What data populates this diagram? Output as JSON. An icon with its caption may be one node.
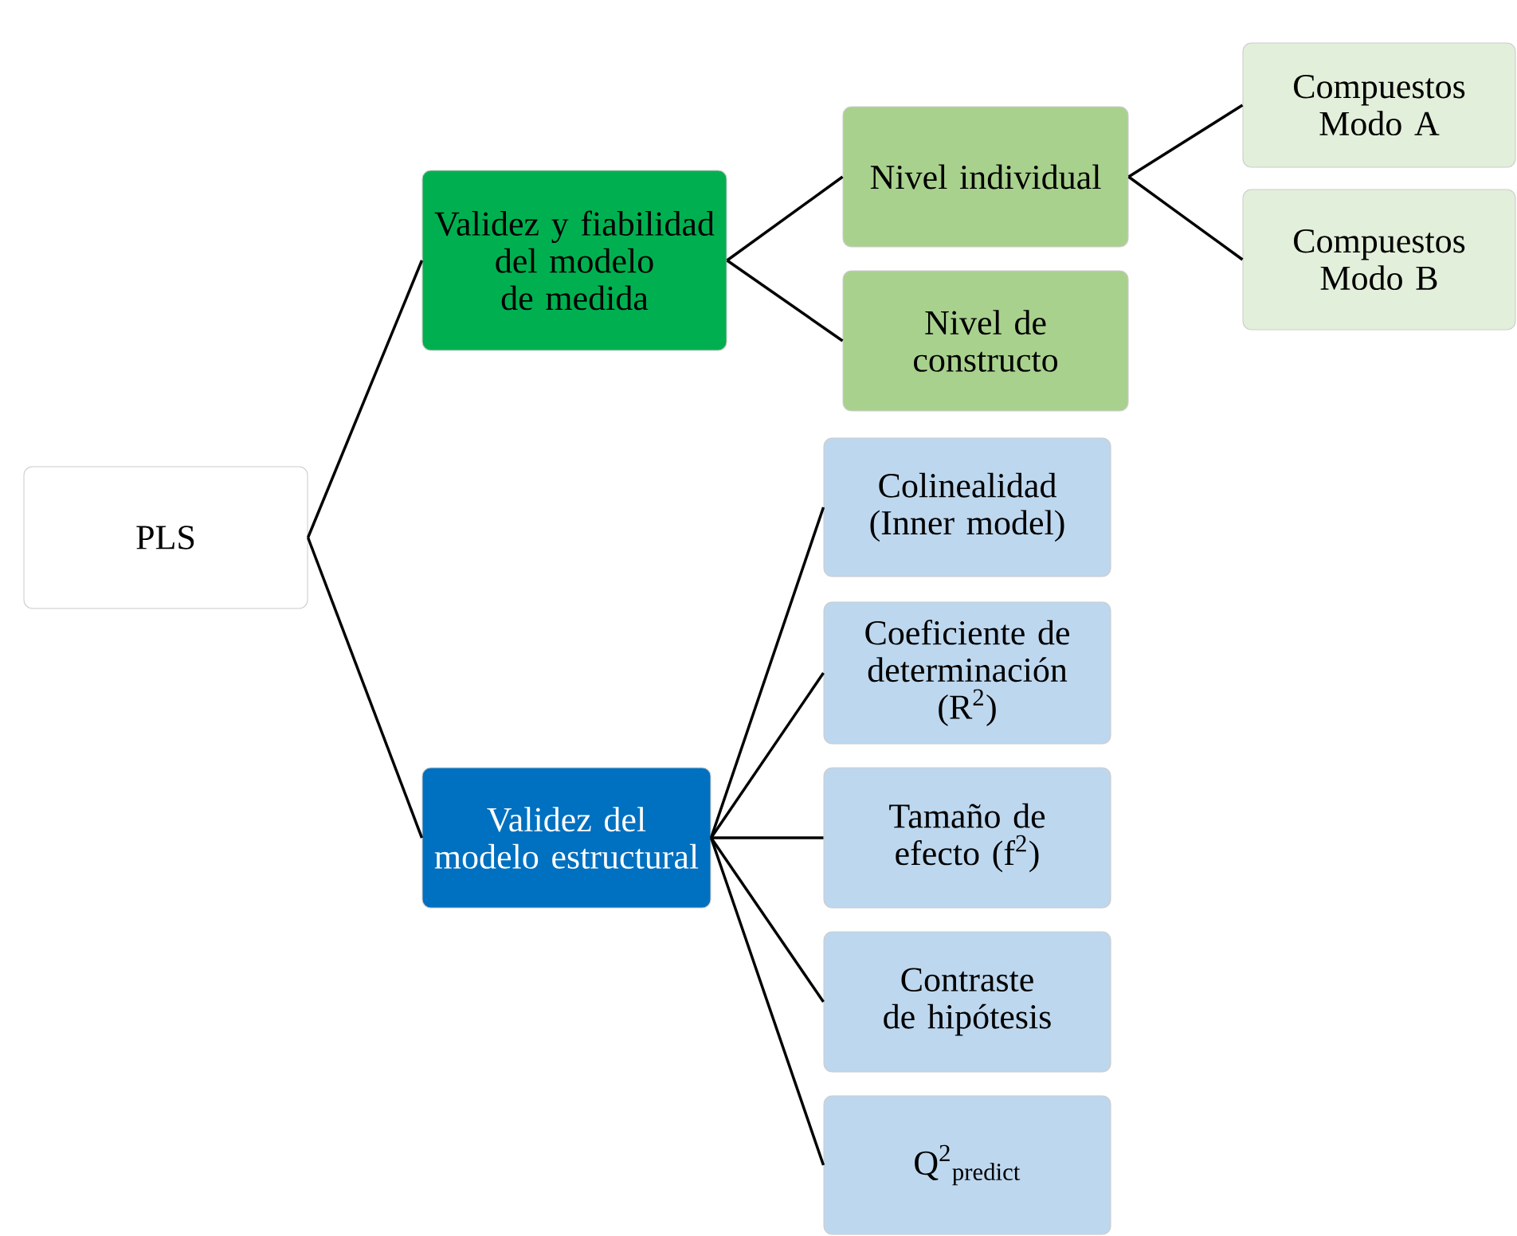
{
  "diagram": {
    "nodes": [
      {
        "text": [
          "PLS"
        ]
      },
      {
        "text": [
          "Validez y fiabilidad del modelo de medida"
        ]
      },
      {
        "text": [
          "Validez del modelo estructural"
        ]
      },
      {
        "text": [
          "Nivel individual"
        ]
      },
      {
        "text": [
          "Nivel de constructo"
        ]
      },
      {
        "text": [
          "Compuestos Modo A"
        ]
      },
      {
        "text": [
          "Compuestos Modo B"
        ]
      },
      {
        "text": [
          "Colinealidad (Inner model)"
        ]
      },
      {
        "text": [
          "Coeficiente de determinación (R$^{2}$)"
        ]
      },
      {
        "text": [
          "Tamaño de efecto (f$^{2}$)"
        ]
      },
      {
        "text": [
          "Contraste de hipótesis"
        ]
      },
      {
        "text": [
          "Q$^{2}$$_{predict}$"
        ]
      }
    ],
    "edges": [
      {
        "from": 0,
        "to": 1,
        "arrow": "none"
      },
      {
        "from": 0,
        "to": 2,
        "arrow": "none"
      },
      {
        "from": 1,
        "to": 3,
        "arrow": "none"
      },
      {
        "from": 1,
        "to": 4,
        "arrow": "none"
      },
      {
        "from": 3,
        "to": 5,
        "arrow": "none"
      },
      {
        "from": 3,
        "to": 6,
        "arrow": "none"
      },
      {
        "from": 2,
        "to": 7,
        "arrow": "none"
      },
      {
        "from": 2,
        "to": 8,
        "arrow": "none"
      },
      {
        "from": 2,
        "to": 9,
        "arrow": "none"
      },
      {
        "from": 2,
        "to": 10,
        "arrow": "none"
      },
      {
        "from": 2,
        "to": 11,
        "arrow": "none"
      }
    ]
  }
}
